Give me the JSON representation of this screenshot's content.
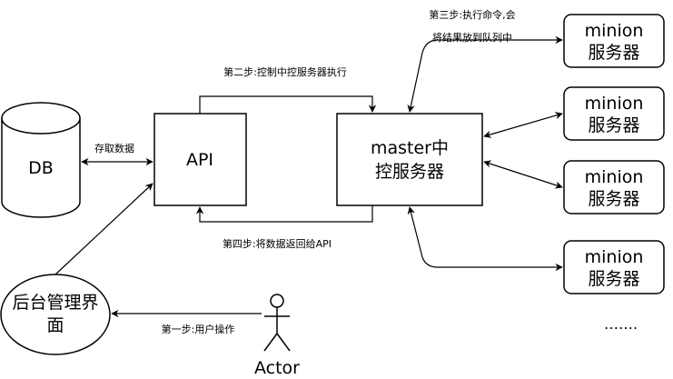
{
  "nodes": {
    "db": {
      "label": "DB"
    },
    "api": {
      "label": "API"
    },
    "master": {
      "line1": "master中",
      "line2": "控服务器"
    },
    "minion1": {
      "line1": "minion",
      "line2": "服务器"
    },
    "minion2": {
      "line1": "minion",
      "line2": "服务器"
    },
    "minion3": {
      "line1": "minion",
      "line2": "服务器"
    },
    "minion4": {
      "line1": "minion",
      "line2": "服务器"
    },
    "admin_ui": {
      "line1": "后台管理界",
      "line2": "面"
    },
    "actor": {
      "label": "Actor"
    },
    "ellipsis": {
      "label": "……."
    }
  },
  "edges": {
    "db_api": "存取数据",
    "step1": "第一步:用户操作",
    "step2": "第二步:控制中控服务器执行",
    "step3_line1": "第三步:执行命令,会",
    "step3_line2": "将结果放到队列中",
    "step4": "第四步:将数据返回给API"
  }
}
